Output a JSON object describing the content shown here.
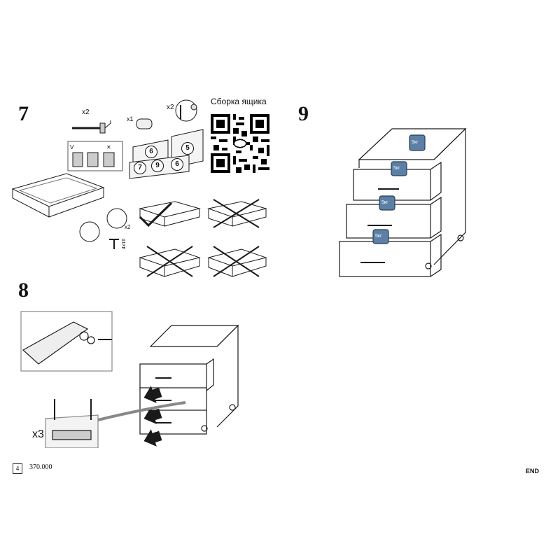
{
  "steps": {
    "seven": "7",
    "eight": "8",
    "nine": "9"
  },
  "step7": {
    "qr_title": "Сборка ящика",
    "qty_screw": "x2",
    "qty_dowel": "x1",
    "qty_cam": "x2",
    "qty_small_screw": "x2",
    "screw_size": "4x16",
    "part_numbers": [
      "6",
      "5",
      "7",
      "9",
      "6"
    ]
  },
  "step8": {
    "multiplier": "x3"
  },
  "step9": {
    "weight_label": "5кг"
  },
  "footer": {
    "page_number": "4",
    "model_code": "370.000",
    "end_label": "END"
  },
  "colors": {
    "line": "#1a1a1a",
    "weight_blue": "#5b7fa6",
    "shade": "#d9d9d9"
  }
}
